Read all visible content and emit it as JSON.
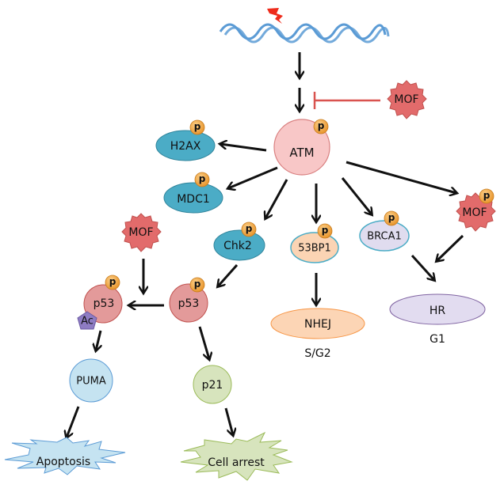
{
  "diagram": {
    "type": "signaling-pathway",
    "trigger": {
      "label": "",
      "icon": "dna-double-strand-break"
    },
    "nodes": {
      "atm": {
        "label": "ATM",
        "phosphorylated": true
      },
      "mof_inhibitor": {
        "label": "MOF"
      },
      "h2ax": {
        "label": "H2AX",
        "phosphorylated": true
      },
      "mdc1": {
        "label": "MDC1",
        "phosphorylated": true
      },
      "chk2": {
        "label": "Chk2",
        "phosphorylated": true
      },
      "53bp1": {
        "label": "53BP1",
        "phosphorylated": true
      },
      "brca1": {
        "label": "BRCA1",
        "phosphorylated": true
      },
      "mof_p": {
        "label": "MOF",
        "phosphorylated": true
      },
      "mof_left": {
        "label": "MOF"
      },
      "p53_left": {
        "label": "p53",
        "phosphorylated": true,
        "acetylated": true
      },
      "ac": {
        "label": "Ac"
      },
      "p53_right": {
        "label": "p53",
        "phosphorylated": true
      },
      "nhej": {
        "label": "NHEJ",
        "phase": "S/G2"
      },
      "hr": {
        "label": "HR",
        "phase": "G1"
      },
      "puma": {
        "label": "PUMA"
      },
      "p21": {
        "label": "p21"
      },
      "apoptosis": {
        "label": "Apoptosis"
      },
      "cell_arrest": {
        "label": "Cell arrest"
      }
    },
    "p_label": "p",
    "edges": [
      {
        "from": "dna-damage",
        "to": "atm",
        "type": "activation"
      },
      {
        "from": "mof_inhibitor",
        "to": "atm",
        "type": "inhibition"
      },
      {
        "from": "atm",
        "to": "h2ax",
        "type": "activation"
      },
      {
        "from": "atm",
        "to": "mdc1",
        "type": "activation"
      },
      {
        "from": "atm",
        "to": "chk2",
        "type": "activation"
      },
      {
        "from": "atm",
        "to": "53bp1",
        "type": "activation"
      },
      {
        "from": "atm",
        "to": "brca1",
        "type": "activation"
      },
      {
        "from": "atm",
        "to": "mof_p",
        "type": "activation"
      },
      {
        "from": "chk2",
        "to": "p53_right",
        "type": "activation"
      },
      {
        "from": "p53_right",
        "to": "p53_left",
        "type": "activation"
      },
      {
        "from": "mof_left",
        "to": "p53_left",
        "type": "activation"
      },
      {
        "from": "53bp1",
        "to": "nhej",
        "type": "activation"
      },
      {
        "from": "brca1",
        "to": "hr",
        "type": "activation"
      },
      {
        "from": "mof_p",
        "to": "hr",
        "type": "activation"
      },
      {
        "from": "p53_left",
        "to": "puma",
        "type": "activation"
      },
      {
        "from": "p53_right",
        "to": "p21",
        "type": "activation"
      },
      {
        "from": "puma",
        "to": "apoptosis",
        "type": "activation"
      },
      {
        "from": "p21",
        "to": "cell_arrest",
        "type": "activation"
      }
    ],
    "colors": {
      "dna": "#5b9bd5",
      "lightning": "#ee2b1b",
      "atm_fill": "#f8c7c7",
      "mof_fill": "#e26b6b",
      "teal_fill": "#4bacc6",
      "peach_fill": "#fbd4b4",
      "lavender_fill": "#e0dcef",
      "p53_fill": "#e39a9a",
      "ac_fill": "#8e7cc3",
      "nhej_fill": "#fcd5b5",
      "hr_fill": "#e2dcf0",
      "puma_fill": "#c5e3f1",
      "p21_fill": "#d7e4bd",
      "apoptosis_fill": "#c5e3f1",
      "arrest_fill": "#d7e4bd",
      "phospho_fill": "#f5a94a",
      "inhibit": "#d9534f"
    }
  }
}
